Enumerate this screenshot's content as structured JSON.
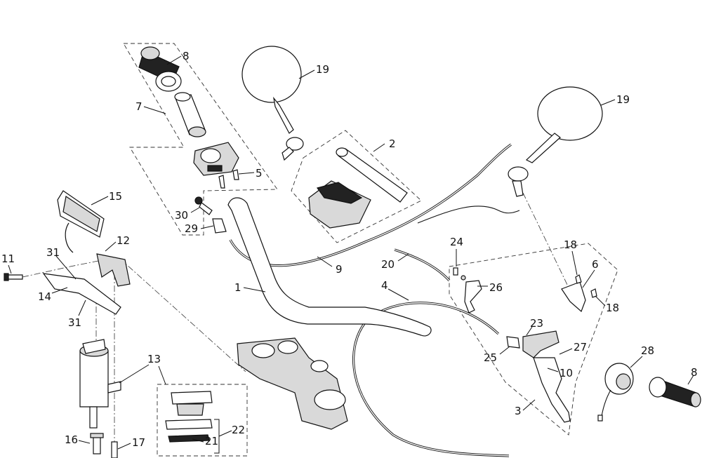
{
  "callouts": {
    "p1": "1",
    "p2": "2",
    "p3": "3",
    "p4": "4",
    "p5": "5",
    "p6": "6",
    "p7": "7",
    "p8a": "8",
    "p8b": "8",
    "p9": "9",
    "p10": "10",
    "p11": "11",
    "p12": "12",
    "p13": "13",
    "p14": "14",
    "p15": "15",
    "p16": "16",
    "p17": "17",
    "p18a": "18",
    "p18b": "18",
    "p19a": "19",
    "p19b": "19",
    "p20": "20",
    "p21": "21",
    "p22": "22",
    "p23": "23",
    "p24": "24",
    "p25": "25",
    "p26": "26",
    "p27": "27",
    "p28": "28",
    "p29": "29",
    "p30": "30",
    "p31a": "31",
    "p31b": "31"
  },
  "colors": {
    "line": "#111111",
    "fill": "#ffffff",
    "shade": "#d9d9d9"
  }
}
